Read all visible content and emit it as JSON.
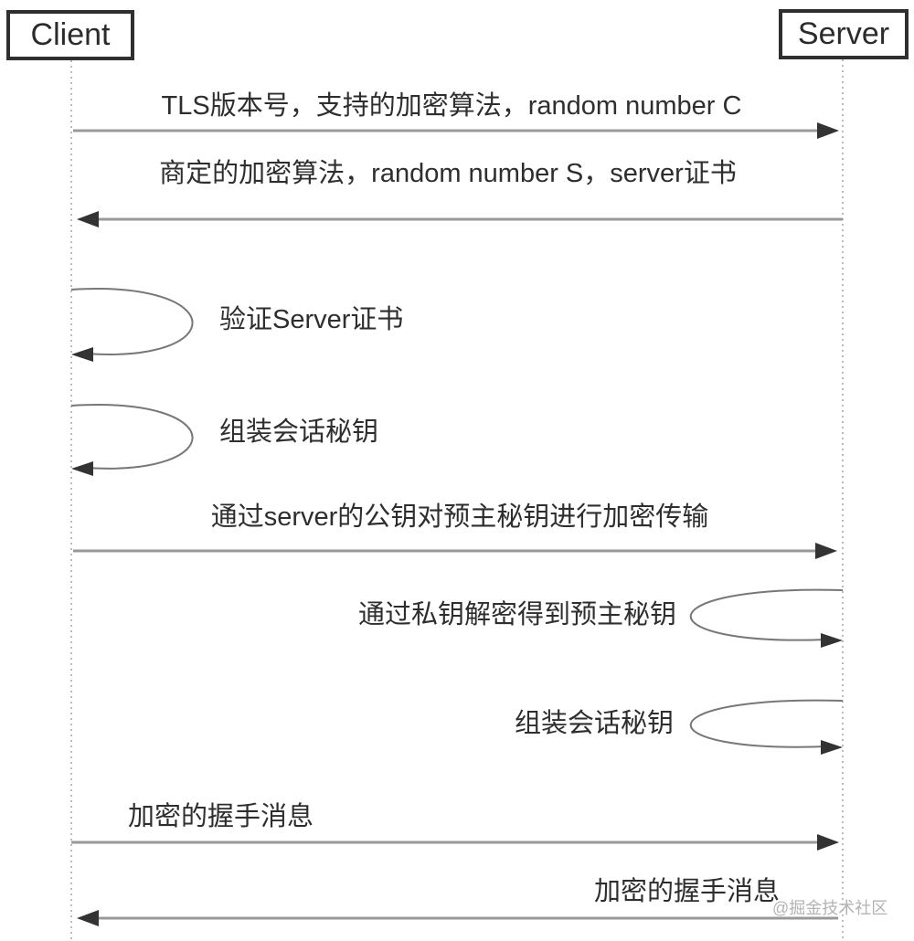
{
  "actors": [
    {
      "name": "Client"
    },
    {
      "name": "Server"
    }
  ],
  "messages": [
    {
      "label": "TLS版本号，支持的加密算法，random number C",
      "from": "Client",
      "to": "Server",
      "type": "message"
    },
    {
      "label": "商定的加密算法，random number S，server证书",
      "from": "Server",
      "to": "Client",
      "type": "message"
    },
    {
      "label": "验证Server证书",
      "actor": "Client",
      "type": "self"
    },
    {
      "label": "组装会话秘钥",
      "actor": "Client",
      "type": "self"
    },
    {
      "label": "通过server的公钥对预主秘钥进行加密传输",
      "from": "Client",
      "to": "Server",
      "type": "message"
    },
    {
      "label": "通过私钥解密得到预主秘钥",
      "actor": "Server",
      "type": "self"
    },
    {
      "label": "组装会话秘钥",
      "actor": "Server",
      "type": "self"
    },
    {
      "label": "加密的握手消息",
      "from": "Client",
      "to": "Server",
      "type": "message"
    },
    {
      "label": "加密的握手消息",
      "from": "Server",
      "to": "Client",
      "type": "message"
    }
  ],
  "watermark": "@掘金技术社区",
  "colors": {
    "background": "#ffffff",
    "box_border": "#2f2f2f",
    "arrow_line": "#999999",
    "loop_line": "#777777",
    "arrowhead": "#333333",
    "text": "#2e2e2e",
    "lifeline": "#bdbdbd",
    "watermark": "#b3b3b3"
  }
}
